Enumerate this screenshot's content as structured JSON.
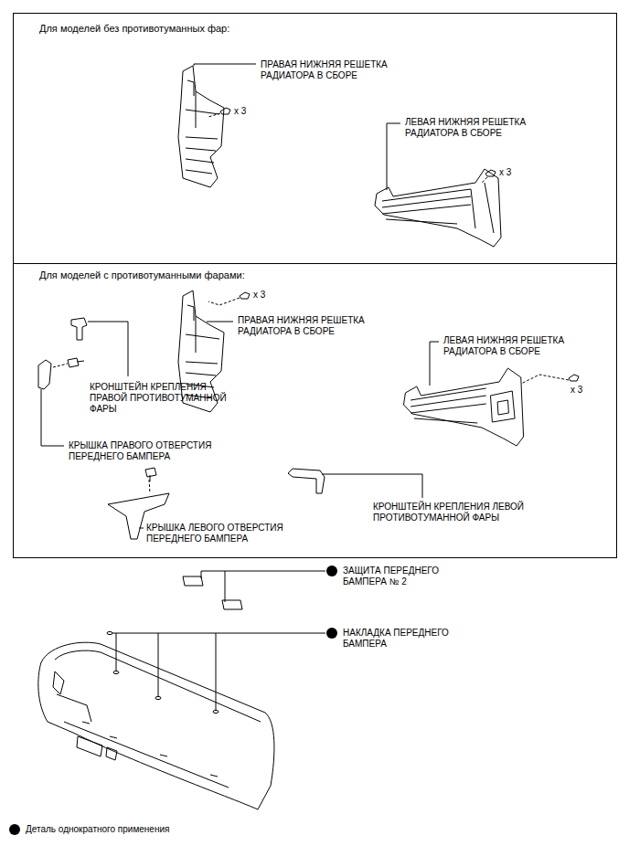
{
  "diagram": {
    "nodes": [
      {
        "text": [
          "Для моделей без противотуманных фар:"
        ]
      },
      {
        "text": [
          "Для моделей с противотуманными фарами:"
        ]
      }
    ],
    "labels": [
      "ПРАВАЯ НИЖНЯЯ РЕШЕТКА РАДИАТОРА В СБОРЕ",
      "x 3",
      "ЛЕВАЯ НИЖНЯЯ РЕШЕТКА РАДИАТОРА В СБОРЕ",
      "x 3",
      "x 3",
      "ПРАВАЯ НИЖНЯЯ РЕШЕТКА РАДИАТОРА В СБОРЕ",
      "КРОНШТЕЙН КРЕПЛЕНИЯ ПРАВОЙ ПРОТИВОТУМАННОЙ ФАРЫ",
      "ЛЕВАЯ НИЖНЯЯ РЕШЕТКА РАДИАТОРА В СБОРЕ",
      "x 3",
      "КРЫШКА ПРАВОГО ОТВЕРСТИЯ ПЕРЕДНЕГО БАМПЕРА",
      "КРОНШТЕЙН КРЕПЛЕНИЯ ЛЕВОЙ ПРОТИВОТУМАННОЙ ФАРЫ",
      "КРЫШКА ЛЕВОГО ОТВЕРСТИЯ ПЕРЕДНЕГО БАМПЕРА",
      "ЗАЩИТА ПЕРЕДНЕГО БАМПЕРА № 2",
      "НАКЛАДКА ПЕРЕДНЕГО БАМПЕРА"
    ],
    "legend": [
      {
        "text": "Деталь однократного применения",
        "color": "#000000"
      }
    ]
  }
}
